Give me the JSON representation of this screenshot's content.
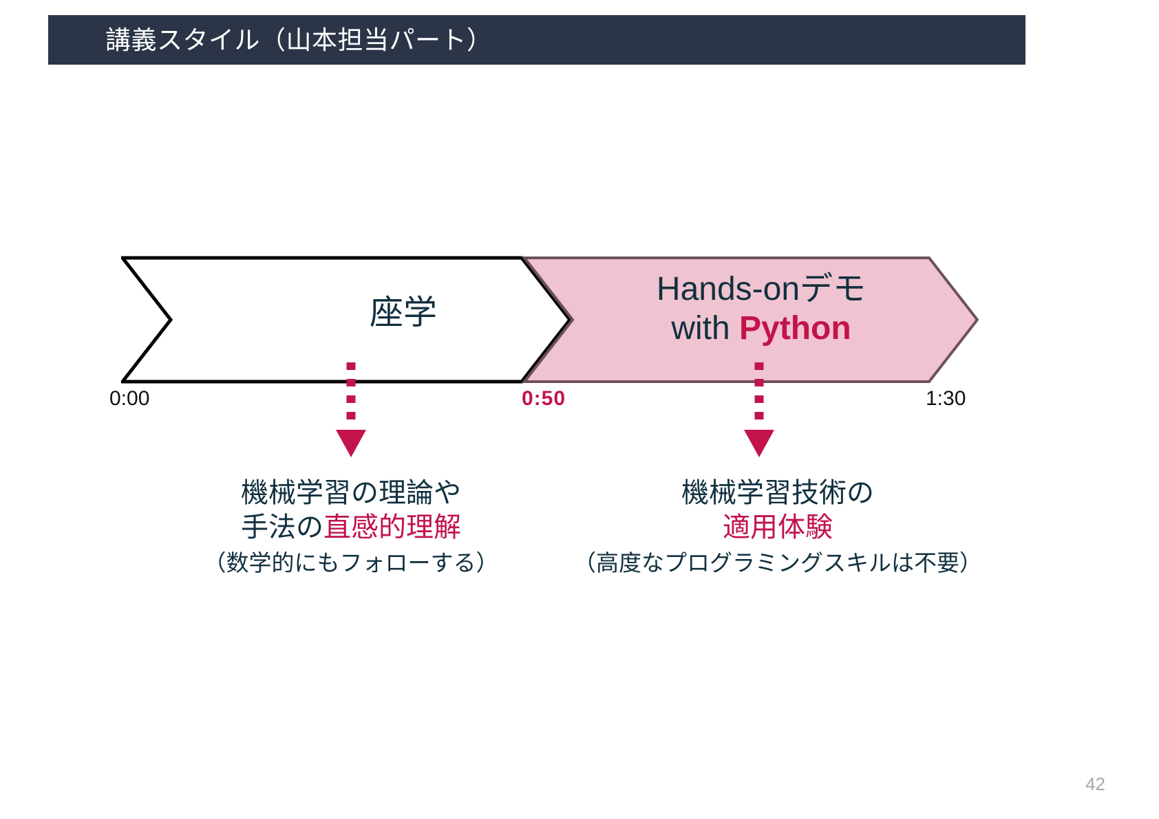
{
  "slide": {
    "title": "講義スタイル（山本担当パート）",
    "page_number": "42",
    "colors": {
      "banner_bg": "#2b3547",
      "accent_crimson": "#c2134b",
      "ink_navy": "#12303f",
      "chevron_pink": "#f0c3d1",
      "chevron_white": "#ffffff"
    }
  },
  "timeline": {
    "segments": [
      {
        "id": "lecture",
        "label": "座学",
        "fill": "white",
        "start_time": "0:00",
        "end_time": "0:50"
      },
      {
        "id": "hands-on",
        "label_line1": "Hands-onデモ",
        "label_line2_prefix": "with ",
        "label_line2_bold": "Python",
        "fill": "pink",
        "start_time": "0:50",
        "end_time": "1:30"
      }
    ],
    "ticks": [
      {
        "id": "start",
        "label": "0:00",
        "emphasis": false
      },
      {
        "id": "split",
        "label": "0:50",
        "emphasis": true
      },
      {
        "id": "end",
        "label": "1:30",
        "emphasis": false
      }
    ]
  },
  "captions": {
    "left": {
      "line1": "機械学習の理論や",
      "line2_prefix": "手法の",
      "line2_highlight": "直感的理解",
      "sub": "（数学的にもフォローする）"
    },
    "right": {
      "line1": "機械学習技術の",
      "line2_highlight": "適用体験",
      "sub": "（高度なプログラミングスキルは不要）"
    }
  }
}
